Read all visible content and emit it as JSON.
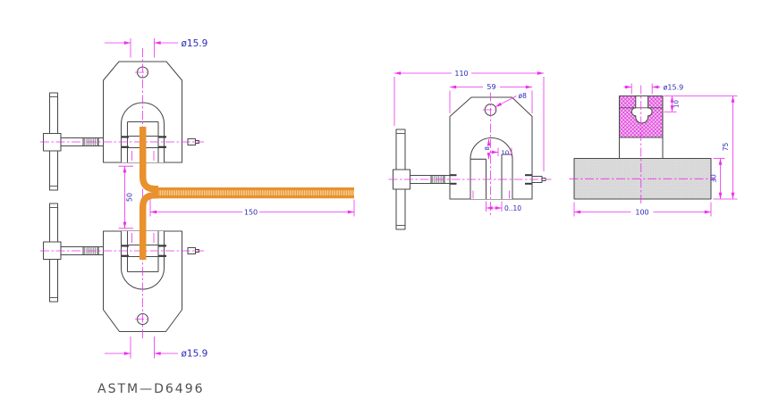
{
  "title": "ASTM—D6496",
  "colors": {
    "outline": "#4a4a4a",
    "bolt_dark": "#383838",
    "dimension": "#ee2fee",
    "dim_text": "#2b2bb4",
    "specimen": "#e8912d",
    "specimen_light": "#f8d29c",
    "hatch_line": "#da1fd8",
    "hatch_bg": "#f6c4f3",
    "base_fill": "#dcdcdc",
    "title_color": "#4f4f4f",
    "background": "#ffffff"
  },
  "front_view": {
    "dim_top_diameter": "ø15.9",
    "dim_bottom_diameter": "ø15.9",
    "dim_clevis_gap": "50",
    "dim_specimen_length": "150"
  },
  "side_view": {
    "dim_overall_width": "110",
    "dim_body_width": "59",
    "dim_hole_diameter": "ø8",
    "dim_slot_depth": "8",
    "dim_prong_width": "10",
    "dim_grip_gap": "0..10"
  },
  "section_view": {
    "dim_bore_diameter": "ø15.9",
    "dim_bore_depth": "10",
    "dim_overall_height": "75",
    "dim_base_height": "30",
    "dim_base_width": "100"
  }
}
